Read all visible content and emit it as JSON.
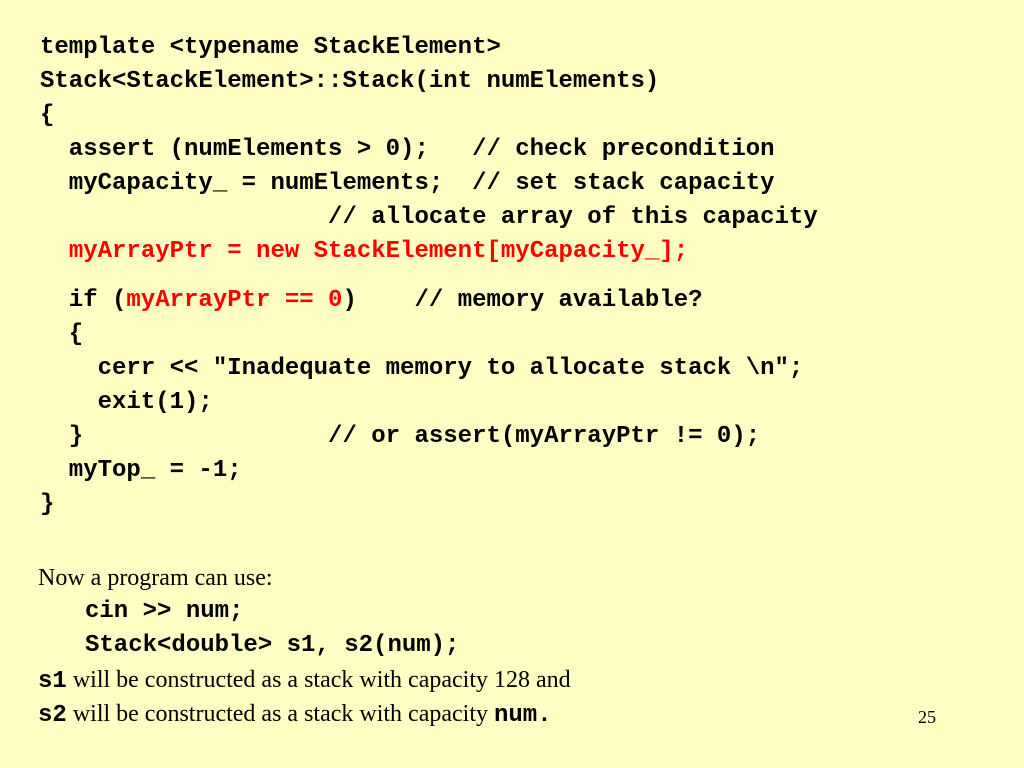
{
  "code": {
    "l1": "template <typename StackElement>",
    "l2": "Stack<StackElement>::Stack(int numElements)",
    "l3": "{",
    "l4": "  assert (numElements > 0);   // check precondition",
    "l5": "  myCapacity_ = numElements;  // set stack capacity",
    "l6": "                    // allocate array of this capacity",
    "l7_indent": "  ",
    "l7_red": "myArrayPtr = new StackElement[myCapacity_];",
    "l8_a": "  if (",
    "l8_red": "myArrayPtr == 0",
    "l8_b": ")    // memory available?",
    "l9": "  {",
    "l10": "    cerr << \"Inadequate memory to allocate stack \\n\";",
    "l11": "    exit(1);",
    "l12": "  }                 // or assert(myArrayPtr != 0);",
    "l13": "  myTop_ = -1;",
    "l14": "}"
  },
  "prose": {
    "intro": "Now a program can use:",
    "code1": "cin >> num;",
    "code2": "Stack<double> s1, s2(num);",
    "s1_var": "s1",
    "s1_text": " will be constructed as a stack with capacity 128 and",
    "s2_var": "s2",
    "s2_text": " will be constructed as a stack with capacity ",
    "s2_num": "num."
  },
  "page_number": "25"
}
